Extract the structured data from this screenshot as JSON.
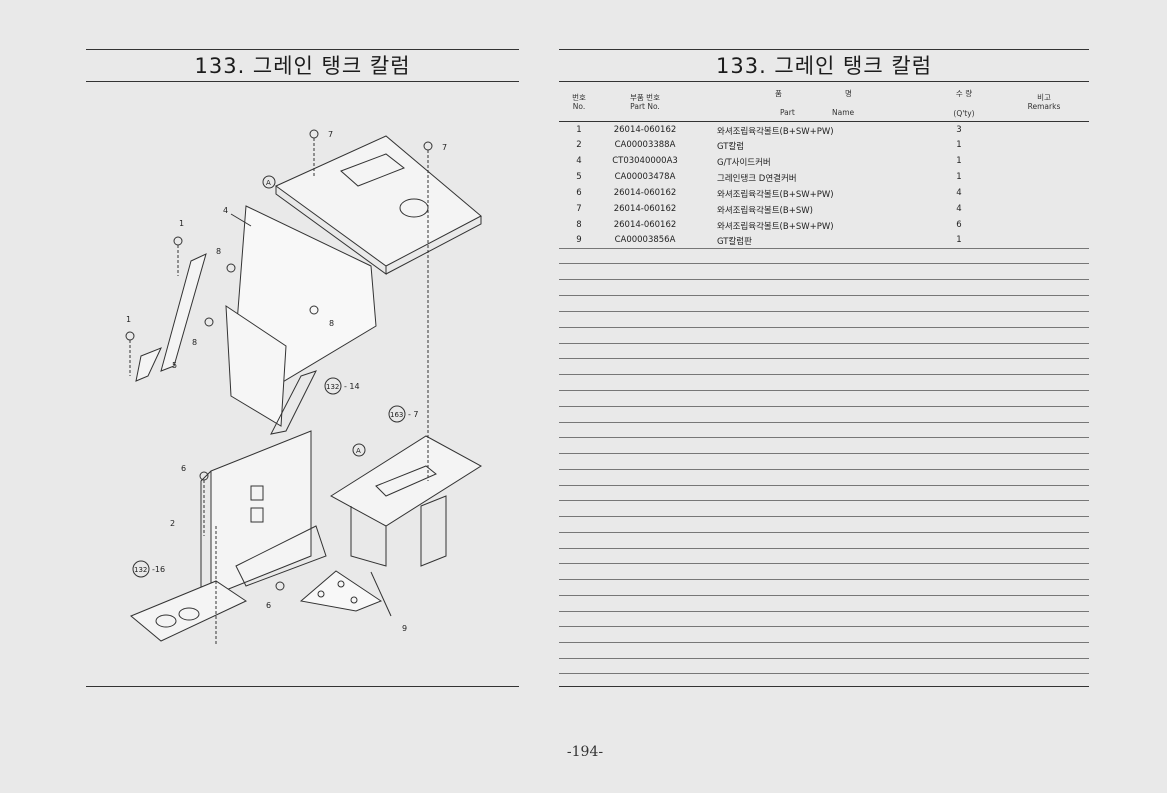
{
  "left_page": {
    "title": "133. 그레인 탱크 칼럼"
  },
  "right_page": {
    "title": "133. 그레인 탱크 칼럼"
  },
  "diagram": {
    "callouts": [
      "7",
      "7",
      "4",
      "1",
      "8",
      "8",
      "8",
      "1",
      "5",
      "132",
      "14",
      "163",
      "7",
      "6",
      "2",
      "132",
      "16",
      "6",
      "9",
      "A",
      "A"
    ]
  },
  "table": {
    "headers": {
      "no_ko": "번호",
      "no_en": "No.",
      "part_ko": "부품 번호",
      "part_en": "Part  No.",
      "name_ko_1": "품",
      "name_ko_2": "명",
      "name_en_1": "Part",
      "name_en_2": "Name",
      "qty_ko": "수  량",
      "qty_en": "(Q'ty)",
      "remarks_ko": "비고",
      "remarks_en": "Remarks"
    },
    "rows": [
      {
        "no": "1",
        "part": "26014-060162",
        "name": "와셔조립육각볼트(B+SW+PW)",
        "qty": "3"
      },
      {
        "no": "2",
        "part": "CA00003388A",
        "name": "GT칼럼",
        "qty": "1"
      },
      {
        "no": "4",
        "part": "CT03040000A3",
        "name": "G/T사이드커버",
        "qty": "1"
      },
      {
        "no": "5",
        "part": "CA00003478A",
        "name": "그레인탱크 D연결커버",
        "qty": "1"
      },
      {
        "no": "6",
        "part": "26014-060162",
        "name": "와셔조립육각볼트(B+SW+PW)",
        "qty": "4"
      },
      {
        "no": "7",
        "part": "26014-060162",
        "name": "와셔조립육각볼트(B+SW)",
        "qty": "4"
      },
      {
        "no": "8",
        "part": "26014-060162",
        "name": "와셔조립육각볼트(B+SW+PW)",
        "qty": "6"
      },
      {
        "no": "9",
        "part": "CA00003856A",
        "name": "GT칼럼판",
        "qty": "1"
      }
    ]
  },
  "page_number": "-194-"
}
